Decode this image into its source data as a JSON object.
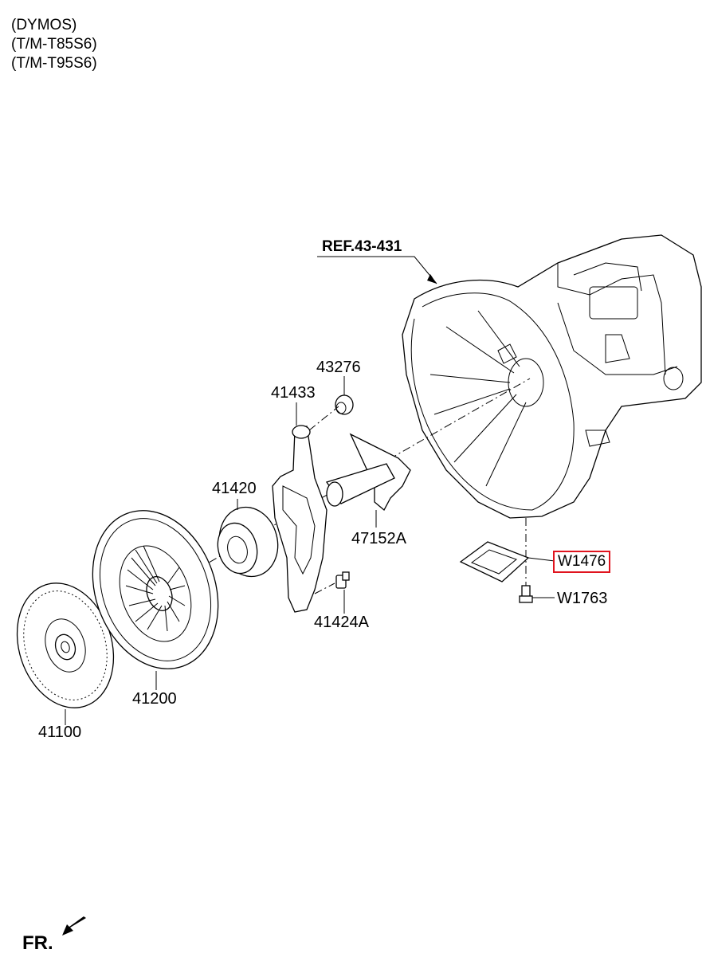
{
  "header": {
    "line1": "(DYMOS)",
    "line2": "(T/M-T85S6)",
    "line3": "(T/M-T95S6)"
  },
  "reference": {
    "label": "REF.43-431"
  },
  "parts": [
    {
      "id": "43276",
      "label": "43276"
    },
    {
      "id": "41433",
      "label": "41433"
    },
    {
      "id": "41420",
      "label": "41420"
    },
    {
      "id": "47152A",
      "label": "47152A"
    },
    {
      "id": "W1476",
      "label": "W1476",
      "highlighted": true
    },
    {
      "id": "W1763",
      "label": "W1763"
    },
    {
      "id": "41424A",
      "label": "41424A"
    },
    {
      "id": "41200",
      "label": "41200"
    },
    {
      "id": "41100",
      "label": "41100"
    }
  ],
  "front_indicator": {
    "label": "FR."
  },
  "colors": {
    "highlight": "#e0141e",
    "line": "#000000",
    "background": "#ffffff"
  }
}
